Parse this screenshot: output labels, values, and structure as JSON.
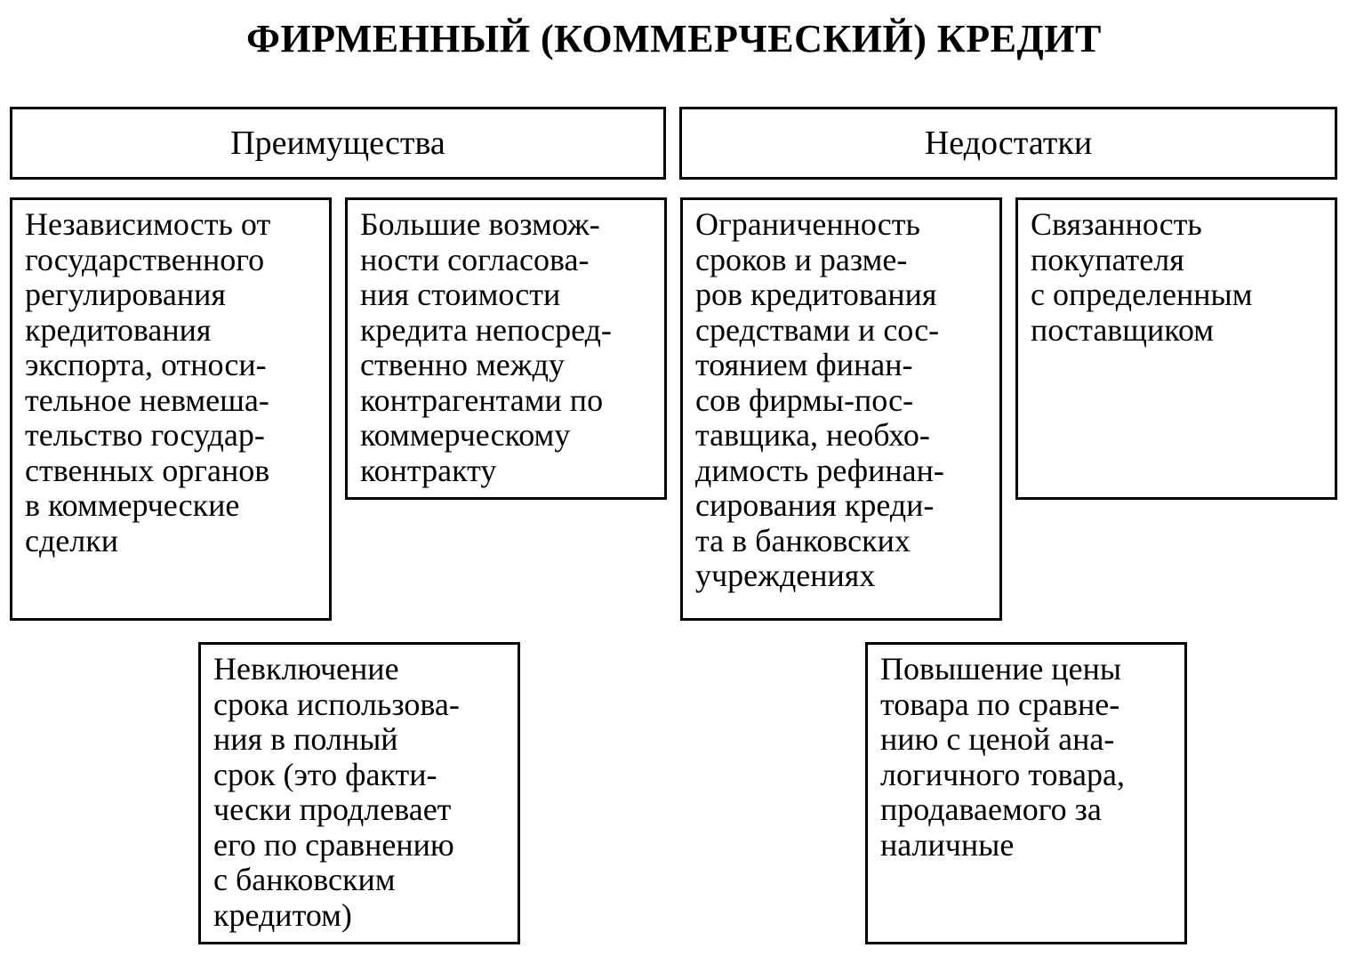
{
  "title": "ФИРМЕННЫЙ (КОММЕРЧЕСКИЙ) КРЕДИТ",
  "advantages": {
    "header": "Преимущества",
    "items": [
      "Независимость от\nгосударственного\nрегулирования\nкредитования\nэкспорта, относи-\nтельное невмеша-\nтельство государ-\nственных органов\nв коммерческие\nсделки",
      "Большие возмож-\nности согласова-\nния стоимости\nкредита непосред-\nственно между\nконтрагентами по\nкоммерческому\nконтракту",
      "Невключение\nсрока использова-\nния в полный\nсрок (это факти-\nчески продлевает\nего по сравнению\nс банковским\nкредитом)"
    ]
  },
  "disadvantages": {
    "header": "Недостатки",
    "items": [
      "Ограниченность\nсроков и разме-\nров кредитования\nсредствами и сос-\nтоянием финан-\nсов фирмы-пос-\nтавщика, необхо-\nдимость рефинан-\nсирования креди-\nта в банковских\nучреждениях",
      "Связанность\nпокупателя\nс определенным\nпоставщиком",
      "Повышение цены\nтовара по сравне-\nнию с ценой ана-\nлогичного товара,\nпродаваемого за\nналичные"
    ]
  }
}
